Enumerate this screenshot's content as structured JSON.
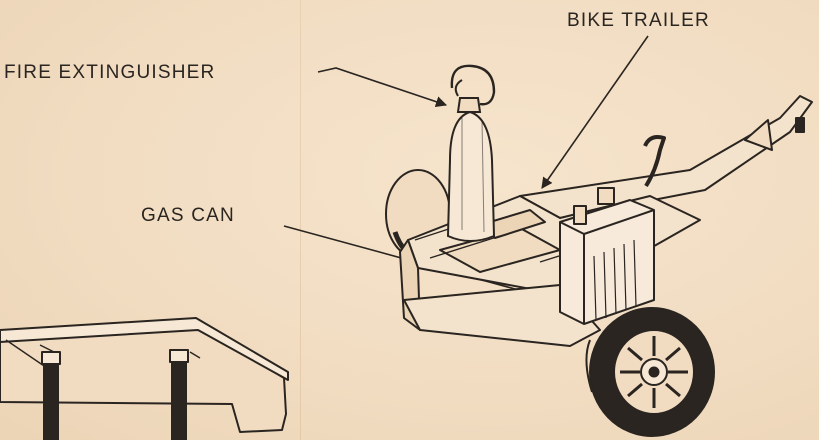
{
  "labels": {
    "bike_trailer": "BIKE TRAILER",
    "fire_extinguisher": "FIRE EXTINGUISHER",
    "gas_can": "GAS CAN"
  },
  "colors": {
    "paper": "#f3dfc6",
    "ink": "#2a2520"
  }
}
